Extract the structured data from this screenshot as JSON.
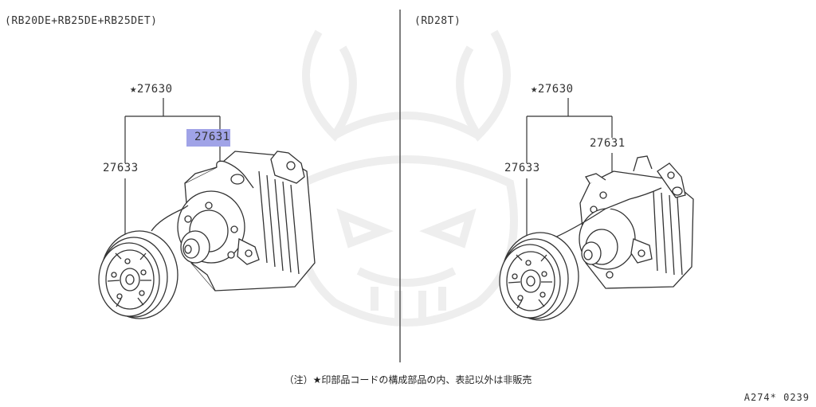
{
  "left": {
    "heading": "(RB20DE+RB25DE+RB25DET)",
    "assembly": "★27630",
    "part_a": "27631",
    "part_b": "27633"
  },
  "right": {
    "heading": "(RD28T)",
    "assembly": "★27630",
    "part_a": "27631",
    "part_b": "27633"
  },
  "note": "（注）★印部品コードの構成部品の内、表記以外は非販売",
  "diagram_code": "A274* 0239",
  "colors": {
    "highlight": "#8f93e3",
    "line": "#333333",
    "watermark": "#eeeeee"
  }
}
